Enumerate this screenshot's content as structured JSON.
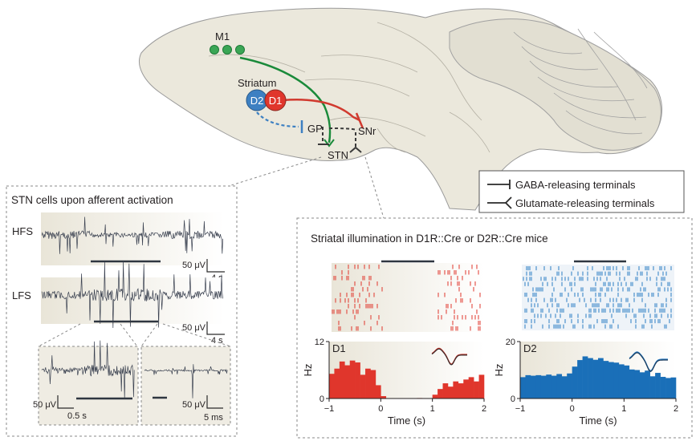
{
  "brain": {
    "regions": {
      "m1": "M1",
      "striatum": "Striatum",
      "d2": "D2",
      "d1": "D1",
      "gp": "GP",
      "snr": "SNr",
      "stn": "STN"
    },
    "colors": {
      "d1": "#e0362c",
      "d2": "#3d80c2",
      "m1": "#3aa655",
      "m1_path": "#1a8a3a",
      "brain_fill": "#ebe8dc",
      "cerebellum_fill": "#e2dfd2"
    }
  },
  "legend": {
    "gaba": "GABA-releasing terminals",
    "glutamate": "Glutamate-releasing terminals"
  },
  "left_panel": {
    "title": "STN cells upon afferent activation",
    "hfs_label": "HFS",
    "lfs_label": "LFS",
    "hfs_scale_v": "50 μV",
    "hfs_scale_t": "4 s",
    "lfs_scale_v": "50 μV",
    "lfs_scale_t": "4 s",
    "inset1_scale_v": "50 μV",
    "inset1_scale_t": "0.5 s",
    "inset2_scale_v": "50 μV",
    "inset2_scale_t": "5 ms"
  },
  "right_panel": {
    "title": "Striatal illumination in D1R::Cre or D2R::Cre mice"
  },
  "chart_data": [
    {
      "type": "bar",
      "label": "D1",
      "color": "#e0362c",
      "xlabel": "Time (s)",
      "ylabel": "Hz",
      "xlim": [
        -1,
        2
      ],
      "ylim": [
        0,
        12
      ],
      "xticks": [
        "−1",
        "0",
        "1",
        "2"
      ],
      "yticks": [
        "0",
        "12"
      ],
      "bin_width": 0.1,
      "x": [
        -0.95,
        -0.85,
        -0.75,
        -0.65,
        -0.55,
        -0.45,
        -0.35,
        -0.25,
        -0.15,
        -0.05,
        0.05,
        0.15,
        0.25,
        0.35,
        0.45,
        0.55,
        0.65,
        0.75,
        0.85,
        0.95,
        1.05,
        1.15,
        1.25,
        1.35,
        1.45,
        1.55,
        1.65,
        1.75,
        1.85,
        1.95
      ],
      "values": [
        5.2,
        6.3,
        7.8,
        7.0,
        8.0,
        7.6,
        5.0,
        6.3,
        6.0,
        2.8,
        0.5,
        0,
        0,
        0,
        0,
        0,
        0,
        0.1,
        0,
        0,
        0.8,
        2.0,
        3.2,
        2.5,
        3.6,
        3.2,
        4.0,
        4.5,
        3.6,
        5.0
      ]
    },
    {
      "type": "bar",
      "label": "D2",
      "color": "#1a6fb8",
      "xlabel": "Time (s)",
      "ylabel": "Hz",
      "xlim": [
        -1,
        2
      ],
      "ylim": [
        0,
        20
      ],
      "xticks": [
        "−1",
        "0",
        "1",
        "2"
      ],
      "yticks": [
        "0",
        "20"
      ],
      "bin_width": 0.1,
      "x": [
        -0.95,
        -0.85,
        -0.75,
        -0.65,
        -0.55,
        -0.45,
        -0.35,
        -0.25,
        -0.15,
        -0.05,
        0.05,
        0.15,
        0.25,
        0.35,
        0.45,
        0.55,
        0.65,
        0.75,
        0.85,
        0.95,
        1.05,
        1.15,
        1.25,
        1.35,
        1.45,
        1.55,
        1.65,
        1.75,
        1.85,
        1.95
      ],
      "values": [
        7.5,
        8.2,
        8.0,
        8.2,
        8.0,
        8.4,
        8.0,
        8.6,
        7.8,
        8.8,
        11.2,
        13.5,
        14.8,
        14.2,
        13.6,
        14.2,
        13.2,
        12.8,
        12.6,
        12.0,
        11.6,
        10.2,
        10.0,
        9.2,
        9.8,
        7.8,
        9.0,
        7.6,
        7.2,
        7.4
      ]
    }
  ]
}
